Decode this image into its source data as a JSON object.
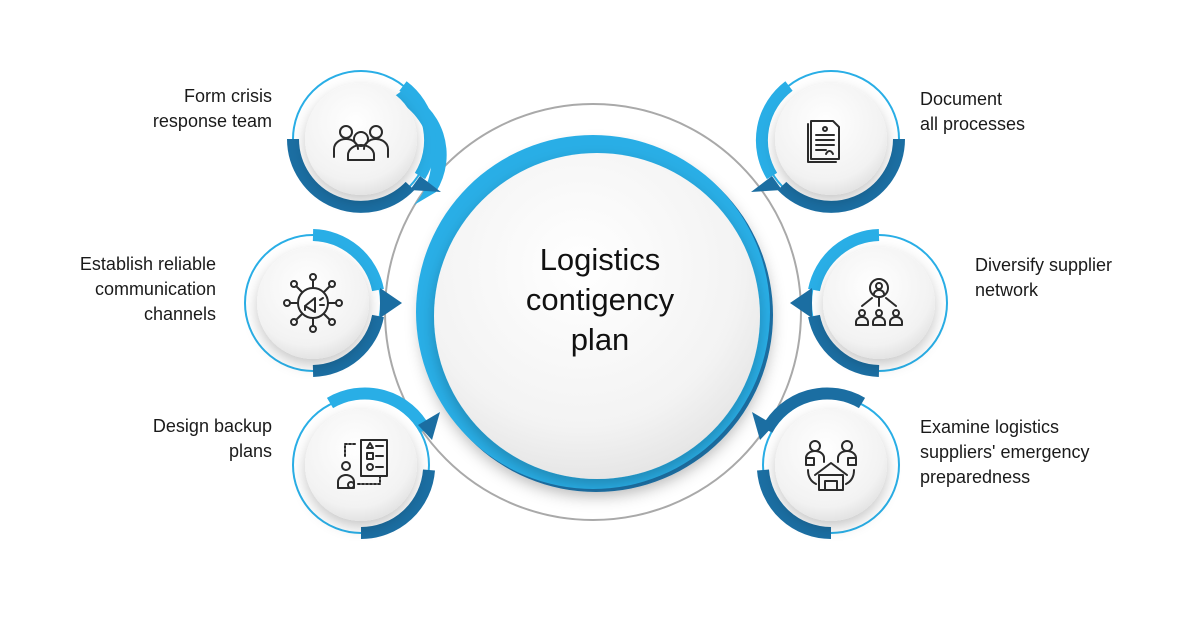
{
  "colors": {
    "accent_light": "#29aee6",
    "accent_dark": "#1b6ea2",
    "ring_gray": "#a9a9a9",
    "icon_stroke": "#2a2a2a"
  },
  "center": {
    "title": "Logistics\ncontigency\nplan"
  },
  "steps": [
    {
      "id": "crisis-team",
      "label": "Form crisis\nresponse team",
      "icon": "team-icon"
    },
    {
      "id": "communication",
      "label": "Establish reliable\ncommunication\nchannels",
      "icon": "megaphone-network-icon"
    },
    {
      "id": "backup-plans",
      "label": "Design backup\nplans",
      "icon": "checklist-person-icon"
    },
    {
      "id": "document",
      "label": "Document\nall processes",
      "icon": "document-icon"
    },
    {
      "id": "diversify",
      "label": "Diversify supplier\nnetwork",
      "icon": "supplier-network-icon"
    },
    {
      "id": "examine",
      "label": "Examine logistics\nsuppliers' emergency\npreparedness",
      "icon": "warehouse-suppliers-icon"
    }
  ]
}
